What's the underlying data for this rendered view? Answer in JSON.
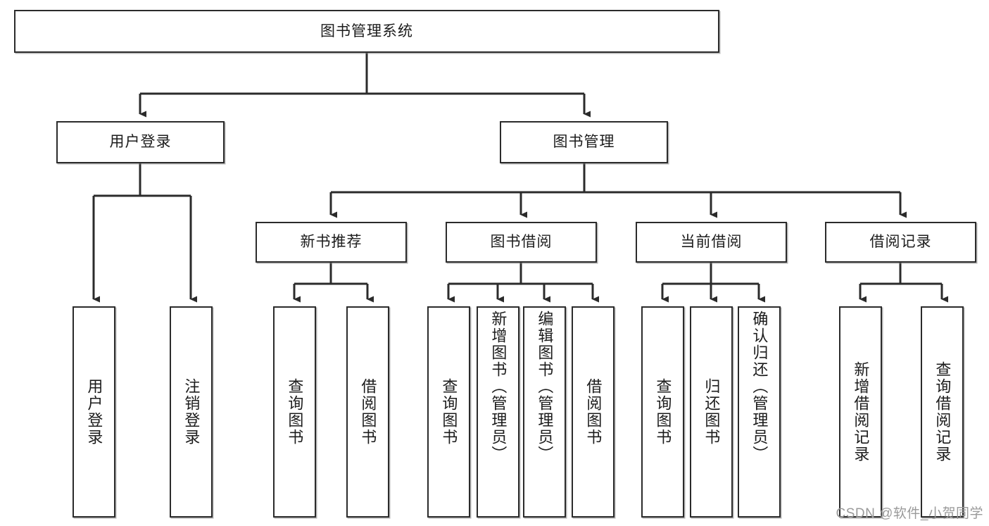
{
  "diagram": {
    "type": "tree-hierarchy-chart",
    "title": "图书管理系统",
    "orientation": "top-down",
    "colors": {
      "box_border": "#2b2b2b",
      "box_fill": "#ffffff",
      "connector": "#2b2b2b",
      "text": "#1c1c1c",
      "watermark": "#9a9a9a"
    },
    "root": {
      "label": "图书管理系统"
    },
    "level2": [
      {
        "label": "用户登录"
      },
      {
        "label": "图书管理"
      }
    ],
    "level3": [
      {
        "label": "新书推荐"
      },
      {
        "label": "图书借阅"
      },
      {
        "label": "当前借阅"
      },
      {
        "label": "借阅记录"
      }
    ],
    "leaves": {
      "user_login": [
        {
          "label": "用户登录"
        },
        {
          "label": "注销登录"
        }
      ],
      "new_book_recommend": [
        {
          "label": "查询图书"
        },
        {
          "label": "借阅图书"
        }
      ],
      "book_borrow": [
        {
          "label": "查询图书"
        },
        {
          "label": "新增图书（管理员）"
        },
        {
          "label": "编辑图书（管理员）"
        },
        {
          "label": "借阅图书"
        }
      ],
      "current_borrow": [
        {
          "label": "查询图书"
        },
        {
          "label": "归还图书"
        },
        {
          "label": "确认归还（管理员）"
        }
      ],
      "borrow_record": [
        {
          "label": "新增借阅记录"
        },
        {
          "label": "查询借阅记录"
        }
      ]
    },
    "watermark": "CSDN @软件_小贺同学"
  }
}
